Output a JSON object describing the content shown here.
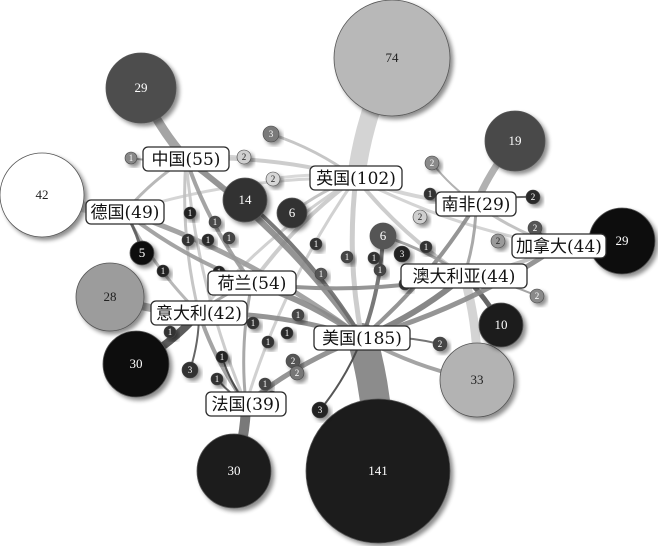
{
  "countries": [
    {
      "id": "uk",
      "label": "英国(102)"
    },
    {
      "id": "china",
      "label": "中国(55)"
    },
    {
      "id": "germany",
      "label": "德国(49)"
    },
    {
      "id": "southafrica",
      "label": "南非(29)"
    },
    {
      "id": "canada",
      "label": "加拿大(44)"
    },
    {
      "id": "netherlands",
      "label": "荷兰(54)"
    },
    {
      "id": "australia",
      "label": "澳大利亚(44)"
    },
    {
      "id": "italy",
      "label": "意大利(42)"
    },
    {
      "id": "usa",
      "label": "美国(185)"
    },
    {
      "id": "france",
      "label": "法国(39)"
    }
  ],
  "count_nodes": [
    {
      "id": "n_uk",
      "value": "74",
      "color": "#b8b8b8"
    },
    {
      "id": "n_usa",
      "value": "141",
      "color": "#1c1c1c"
    },
    {
      "id": "n_china",
      "value": "29",
      "color": "#4e4e4e"
    },
    {
      "id": "n_germany",
      "value": "42",
      "color": "#ffffff"
    },
    {
      "id": "n_sa",
      "value": "19",
      "color": "#4a4a4a"
    },
    {
      "id": "n_canada",
      "value": "29",
      "color": "#111111"
    },
    {
      "id": "n_italy",
      "value": "28",
      "color": "#9c9c9c"
    },
    {
      "id": "n_italy2",
      "value": "30",
      "color": "#0d0d0d"
    },
    {
      "id": "n_france",
      "value": "30",
      "color": "#1c1c1c"
    },
    {
      "id": "n_aus",
      "value": "33",
      "color": "#b3b3b3"
    },
    {
      "id": "n_ten",
      "value": "10",
      "color": "#1c1c1c"
    },
    {
      "id": "n_14",
      "value": "14",
      "color": "#333333"
    },
    {
      "id": "n_6a",
      "value": "6",
      "color": "#333333"
    },
    {
      "id": "n_6b",
      "value": "6",
      "color": "#555555"
    },
    {
      "id": "n_5",
      "value": "5",
      "color": "#111111"
    }
  ],
  "small_nodes": [
    {
      "id": "s1",
      "value": "3"
    },
    {
      "id": "s2",
      "value": "1"
    },
    {
      "id": "s3",
      "value": "2"
    },
    {
      "id": "s4",
      "value": "2"
    },
    {
      "id": "s5",
      "value": "2"
    },
    {
      "id": "s6",
      "value": "1"
    },
    {
      "id": "s7",
      "value": "2"
    },
    {
      "id": "s8",
      "value": "2"
    },
    {
      "id": "s9",
      "value": "2"
    },
    {
      "id": "s10",
      "value": "2"
    },
    {
      "id": "s11",
      "value": "2"
    },
    {
      "id": "s12",
      "value": "2"
    },
    {
      "id": "s13",
      "value": "1"
    },
    {
      "id": "s14",
      "value": "1"
    },
    {
      "id": "s15",
      "value": "1"
    },
    {
      "id": "s16",
      "value": "1"
    },
    {
      "id": "s17",
      "value": "1"
    },
    {
      "id": "s18",
      "value": "1"
    },
    {
      "id": "s19",
      "value": "1"
    },
    {
      "id": "s20",
      "value": "1"
    },
    {
      "id": "s21",
      "value": "1"
    },
    {
      "id": "s22",
      "value": "1"
    },
    {
      "id": "s23",
      "value": "1"
    },
    {
      "id": "s24",
      "value": "1"
    },
    {
      "id": "s25",
      "value": "1"
    },
    {
      "id": "s26",
      "value": "1"
    },
    {
      "id": "s27",
      "value": "1"
    },
    {
      "id": "s28",
      "value": "1"
    },
    {
      "id": "s29",
      "value": "1"
    },
    {
      "id": "s30",
      "value": "1"
    },
    {
      "id": "s31",
      "value": "1"
    },
    {
      "id": "s32",
      "value": "1"
    },
    {
      "id": "s33",
      "value": "3"
    },
    {
      "id": "s34",
      "value": "3"
    },
    {
      "id": "s35",
      "value": "1"
    },
    {
      "id": "s36",
      "value": "3"
    },
    {
      "id": "s37",
      "value": "2"
    },
    {
      "id": "s38",
      "value": "2"
    },
    {
      "id": "s39",
      "value": "1"
    },
    {
      "id": "s40",
      "value": "1"
    }
  ]
}
